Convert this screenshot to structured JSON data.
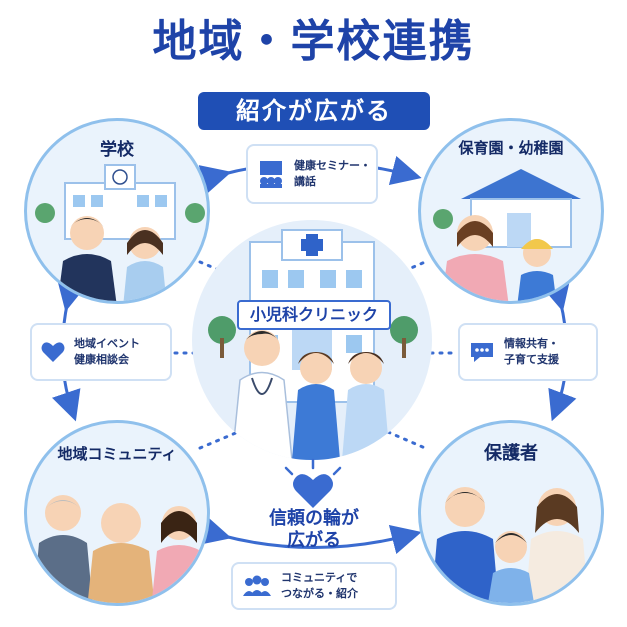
{
  "header": {
    "title": "地域・学校連携",
    "banner": "紹介が広がる"
  },
  "nodes": {
    "school": "学校",
    "nursery": "保育園・幼稚園",
    "community": "地域コミュニティ",
    "guardians": "保護者"
  },
  "center": {
    "label": "小児科クリニック"
  },
  "callouts": {
    "seminar": [
      "健康セミナー・",
      "講話"
    ],
    "event": [
      "地域イベント",
      "健康相談会"
    ],
    "info": [
      "情報共有・",
      "子育て支援"
    ],
    "connect": [
      "コミュニティで",
      "つながる・紹介"
    ]
  },
  "bond": [
    "信頼の輪が",
    "広がる"
  ],
  "colors": {
    "primary": "#1e43a8",
    "banner": "#1f4fb5",
    "arrow": "#3a6bd0",
    "ring": "#8fc0ec",
    "bubble": "#eaf3fc"
  }
}
